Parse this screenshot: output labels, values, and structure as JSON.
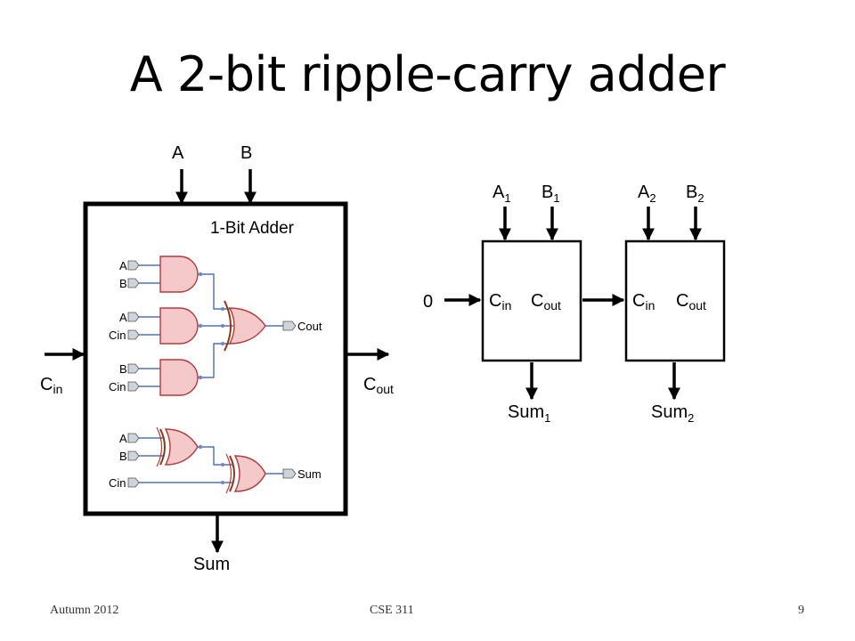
{
  "title": "A 2-bit ripple-carry adder",
  "one_bit_adder": {
    "label": "1-Bit Adder",
    "input_a": "A",
    "input_b": "B",
    "carry_in": {
      "main": "C",
      "sub": "in"
    },
    "carry_out": {
      "main": "C",
      "sub": "out"
    },
    "sum": "Sum",
    "gate_inputs": {
      "and1": [
        "A",
        "B"
      ],
      "and2": [
        "A",
        "Cin"
      ],
      "and3": [
        "B",
        "Cin"
      ],
      "xor1": [
        "A",
        "B"
      ],
      "xor2_in": "Cin"
    },
    "outputs": {
      "cout": "Cout",
      "sum": "Sum"
    }
  },
  "ripple": {
    "carry_in_value": "0",
    "blocks": [
      {
        "a": {
          "main": "A",
          "sub": "1"
        },
        "b": {
          "main": "B",
          "sub": "1"
        },
        "cin": {
          "main": "C",
          "sub": "in"
        },
        "cout": {
          "main": "C",
          "sub": "out"
        },
        "sum": {
          "main": "Sum",
          "sub": "1"
        }
      },
      {
        "a": {
          "main": "A",
          "sub": "2"
        },
        "b": {
          "main": "B",
          "sub": "2"
        },
        "cin": {
          "main": "C",
          "sub": "in"
        },
        "cout": {
          "main": "C",
          "sub": "out"
        },
        "sum": {
          "main": "Sum",
          "sub": "2"
        }
      }
    ]
  },
  "colors": {
    "gate_fill": "#f5c9c9",
    "gate_stroke": "#b23a3a",
    "wire": "#2f55a8"
  },
  "footer": {
    "left": "Autumn 2012",
    "center": "CSE 311",
    "right": "9"
  }
}
